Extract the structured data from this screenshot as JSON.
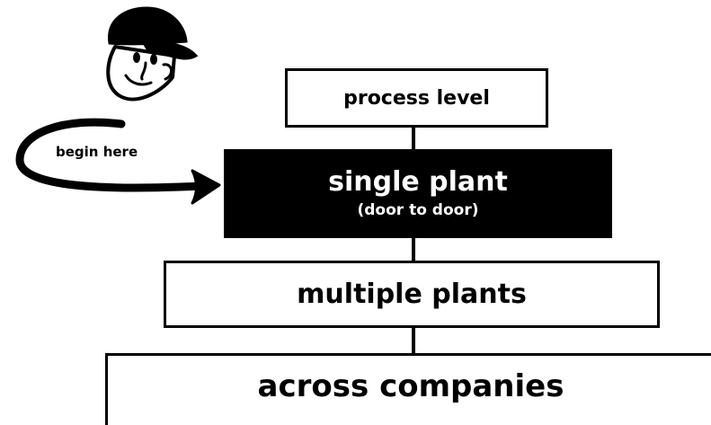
{
  "diagram": {
    "levels": [
      {
        "label": "process level"
      },
      {
        "label": "single plant",
        "sublabel": "(door to door)"
      },
      {
        "label": "multiple plants"
      },
      {
        "label": "across companies"
      }
    ],
    "start_note": "begin here"
  }
}
